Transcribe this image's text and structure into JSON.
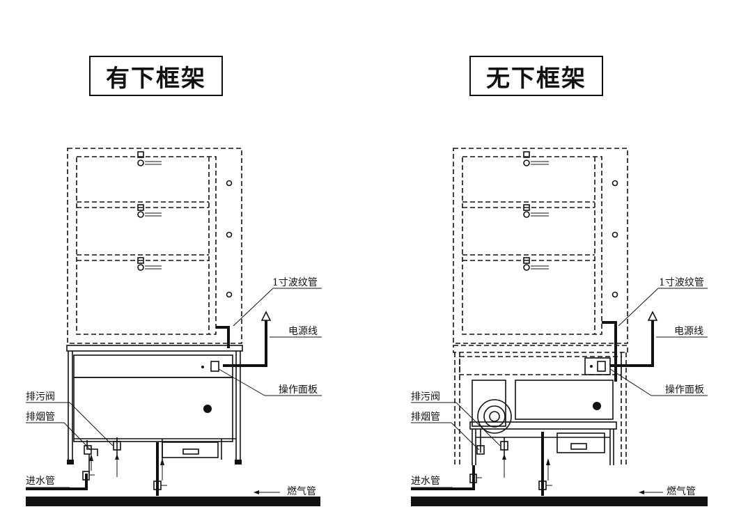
{
  "titles": {
    "left": "有下框架",
    "right": "无下框架"
  },
  "labels": {
    "corrugated_pipe": "1寸波纹管",
    "power_cord": "电源线",
    "control_panel": "操作面板",
    "drain_valve": "排污阀",
    "flue_pipe": "排烟管",
    "water_inlet": "进水管",
    "gas_pipe": "燃气管"
  }
}
